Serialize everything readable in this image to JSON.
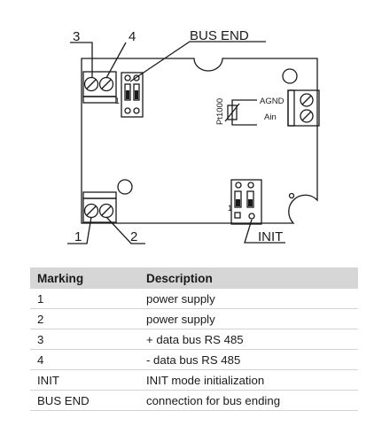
{
  "diagram": {
    "callouts": {
      "label_3": "3",
      "label_4": "4",
      "label_bus_end": "BUS END",
      "label_1": "1",
      "label_2": "2",
      "label_init": "INIT"
    },
    "sensor_label": "Pt1000",
    "terminal_agnd": "AGND",
    "terminal_ain": "Ain",
    "switch_top_mark": "1",
    "switch_bottom_mark": "1"
  },
  "legend": {
    "header_marking": "Marking",
    "header_description": "Description",
    "rows": [
      {
        "marking": "1",
        "description": "power supply"
      },
      {
        "marking": "2",
        "description": "power supply"
      },
      {
        "marking": "3",
        "description": "+ data bus RS 485"
      },
      {
        "marking": "4",
        "description": "- data bus RS 485"
      },
      {
        "marking": "INIT",
        "description": "INIT mode initialization"
      },
      {
        "marking": "BUS END",
        "description": "connection for bus ending"
      }
    ]
  }
}
